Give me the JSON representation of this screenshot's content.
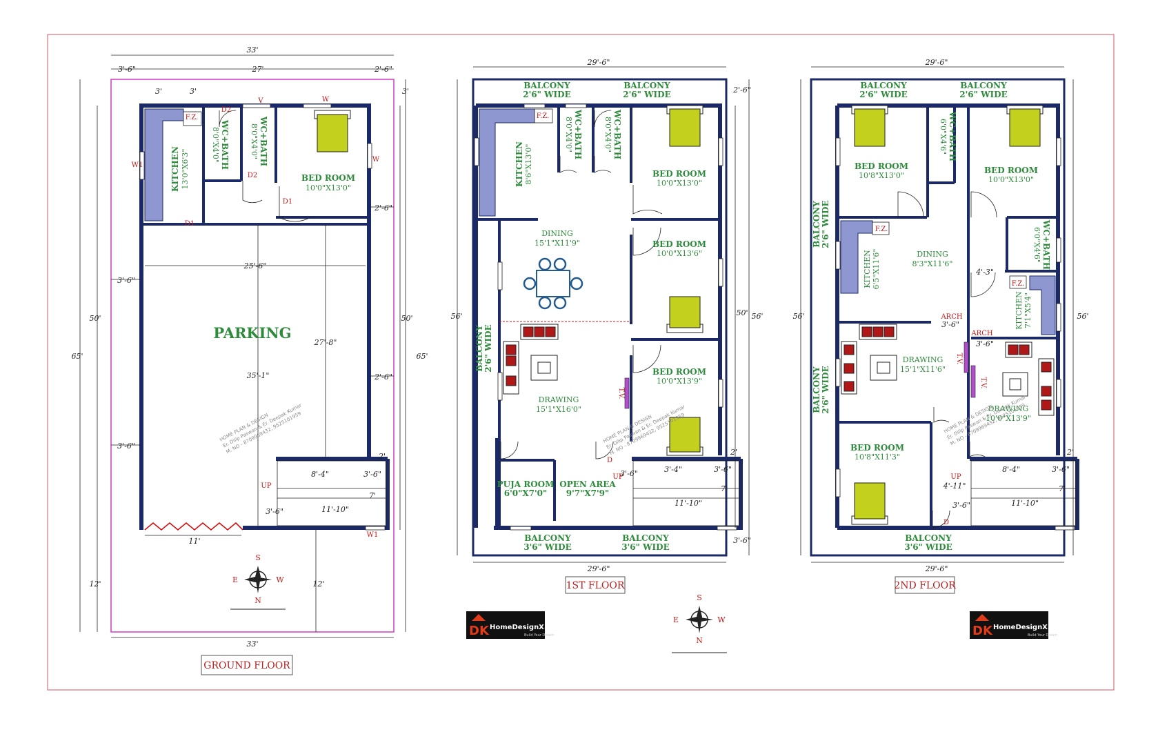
{
  "floors": {
    "ground": {
      "title": "GROUND FLOOR",
      "parking": "PARKING",
      "kitchen": {
        "name": "KITCHEN",
        "size": "13'0\"X6'3\""
      },
      "wc1": {
        "name": "WC+BATH",
        "size": "8'0\"X4'0\""
      },
      "wc2": {
        "name": "WC+BATH",
        "size": "8'0\"X4'0\""
      },
      "bedroom": {
        "name": "BED ROOM",
        "size": "10'0\"X13'0\""
      },
      "dims": {
        "top_total": "33'",
        "top_left": "3'-6\"",
        "top_mid": "27'",
        "top_right": "2'-6\"",
        "small_a": "3'",
        "small_b": "3'",
        "small_c": "3'",
        "left_total": "65'",
        "left_inner": "50'",
        "left_gap": "12'",
        "right_inner": "50'",
        "right_total": "65'",
        "right_gap": "12'",
        "side_a": "3'-6\"",
        "side_b": "3'-6\"",
        "r_a": "2'-6\"",
        "r_b": "2'-6\"",
        "r_c": "2'",
        "width_inner": "25'-6\"",
        "depth_a": "35'-1\"",
        "depth_b": "27'-8\"",
        "stair_a": "8'-4\"",
        "stair_b": "3'-6\"",
        "stair_c": "11'-10\"",
        "stair_d": "3'-6\"",
        "stair_e": "7'",
        "gate": "11'",
        "bottom_total": "33'"
      },
      "labels": {
        "fz": "F.Z.",
        "d1": "D1",
        "d2": "D2",
        "w": "W",
        "w1": "W1",
        "v": "V",
        "up": "UP"
      }
    },
    "first": {
      "title": "1ST FLOOR",
      "balcony_tl": {
        "name": "BALCONY",
        "size": "2'6\" WIDE"
      },
      "balcony_tr": {
        "name": "BALCONY",
        "size": "2'6\" WIDE"
      },
      "balcony_l": {
        "name": "BALCONY",
        "size": "2'6\" WIDE"
      },
      "balcony_bl": {
        "name": "BALCONY",
        "size": "3'6\" WIDE"
      },
      "balcony_br": {
        "name": "BALCONY",
        "size": "3'6\" WIDE"
      },
      "kitchen": {
        "name": "KITCHEN",
        "size": "8'6\"X13'0\""
      },
      "wc1": {
        "name": "WC+BATH",
        "size": "8'0\"X4'0\""
      },
      "wc2": {
        "name": "WC+BATH",
        "size": "8'0\"X4'0\""
      },
      "bed1": {
        "name": "BED ROOM",
        "size": "10'0\"X13'0\""
      },
      "bed2": {
        "name": "BED ROOM",
        "size": "10'0\"X13'6\""
      },
      "bed3": {
        "name": "BED ROOM",
        "size": "10'0\"X13'9\""
      },
      "dining": {
        "name": "DINING",
        "size": "15'1\"X11'9\""
      },
      "drawing": {
        "name": "DRAWING",
        "size": "15'1\"X16'0\""
      },
      "puja": {
        "name": "PUJA ROOM",
        "size": "6'0\"X7'0\""
      },
      "open": {
        "name": "OPEN AREA",
        "size": "9'7\"X7'9\""
      },
      "dims": {
        "top": "29'-6\"",
        "bottom": "29'-6\"",
        "left": "56'",
        "right_a": "50'",
        "right_b": "56'",
        "r_top": "2'-6\"",
        "r_bot": "3'-6\"",
        "r_mid": "2'",
        "s1": "3'-4\"",
        "s2": "3'-6\"",
        "s3": "11'-10\"",
        "s4": "7'",
        "s5": "3'-6\""
      },
      "labels": {
        "fz": "F.Z.",
        "tv": "T.V.",
        "up": "UP",
        "d": "D"
      }
    },
    "second": {
      "title": "2ND FLOOR",
      "balcony_tl": {
        "name": "BALCONY",
        "size": "2'6\" WIDE"
      },
      "balcony_tr": {
        "name": "BALCONY",
        "size": "2'6\" WIDE"
      },
      "balcony_l1": {
        "name": "BALCONY",
        "size": "2'6\" WIDE"
      },
      "balcony_l2": {
        "name": "BALCONY",
        "size": "2'6\" WIDE"
      },
      "balcony_b": {
        "name": "BALCONY",
        "size": "3'6\" WIDE"
      },
      "bed1": {
        "name": "BED ROOM",
        "size": "10'8\"X13'0\""
      },
      "bed2": {
        "name": "BED ROOM",
        "size": "10'0\"X13'0\""
      },
      "bed3": {
        "name": "BED ROOM",
        "size": "10'8\"X11'3\""
      },
      "wc1": {
        "name": "WC+BATH",
        "size": "6'0\"X4'6\""
      },
      "wc2": {
        "name": "WC+BATH",
        "size": "6'0\"X4'6\""
      },
      "kitchen1": {
        "name": "KITCHEN",
        "size": "6'5\"X11'6\""
      },
      "kitchen2": {
        "name": "KITCHEN",
        "size": "7'1\"X5'4\""
      },
      "dining": {
        "name": "DINING",
        "size": "8'3\"X11'6\""
      },
      "drawing1": {
        "name": "DRAWING",
        "size": "15'1\"X11'6\""
      },
      "drawing2": {
        "name": "DRAWING",
        "size": "10'0\"X13'9\""
      },
      "dims": {
        "top": "29'-6\"",
        "bottom": "29'-6\"",
        "left": "56'",
        "right": "56'",
        "a": "4'-3\"",
        "b": "3'-6\"",
        "c": "3'-6\"",
        "d": "4'-11\"",
        "e": "3'-6\"",
        "f": "2'",
        "s1": "8'-4\"",
        "s2": "3'-6\"",
        "s3": "11'-10\"",
        "s4": "7'"
      },
      "labels": {
        "arch": "ARCH",
        "fz": "F.Z.",
        "tv": "T.V.",
        "up": "UP",
        "d": "D"
      }
    }
  },
  "compass": {
    "s": "S",
    "n": "N",
    "e": "E",
    "w": "W"
  },
  "logo": {
    "dk": "DK",
    "name": "HomeDesignX.com",
    "tag": "Build Your Dream"
  },
  "watermark": [
    "HOME PLAN & DESIGN",
    "Er. Dilip Paswan & Er. Deepak Kumar",
    "M. NO - 8709969432, 9525101959"
  ],
  "colors": {
    "frame": "#d9717a",
    "plot": "#d046c8",
    "wall": "#1b2a66",
    "text": "#2e8b3c",
    "label": "#c01818"
  }
}
